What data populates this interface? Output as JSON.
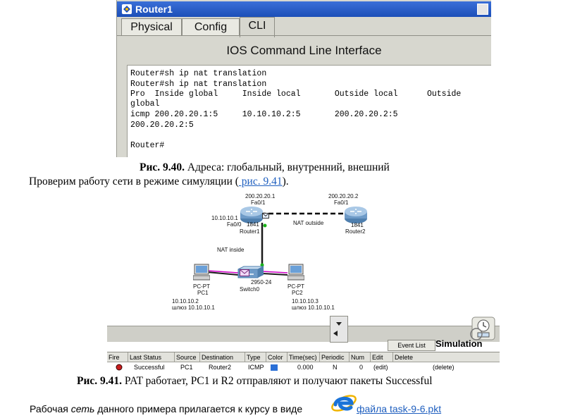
{
  "figure1": {
    "window_title": "Router1",
    "tabs": [
      {
        "label": "Physical",
        "active": false
      },
      {
        "label": "Config",
        "active": false
      },
      {
        "label": "CLI",
        "active": true
      }
    ],
    "heading": "IOS Command Line Interface",
    "terminal_lines": [
      "Router#sh ip nat translation",
      "Router#sh ip nat translation",
      "Pro  Inside global     Inside local       Outside local      Outside",
      "global",
      "icmp 200.20.20.1:5     10.10.10.2:5       200.20.20.2:5",
      "200.20.20.2:5",
      "",
      "Router#"
    ],
    "caption_bold": "Рис. 9.40.",
    "caption_text": " Адреса: глобальный, внутренний, внешний"
  },
  "paragraph": {
    "before": "Проверим работу сети в режиме симуляции (",
    "link": " рис. 9.41",
    "after": ")."
  },
  "topology": {
    "r1_ip_top": "200.20.20.1",
    "r1_port_top": "Fa0/1",
    "r2_ip_top": "200.20.20.2",
    "r2_port_top": "Fa0/1",
    "r1_inside_ip": "10.10.10.1",
    "r1_inside_port": "Fa0/0",
    "r1_model": "1841",
    "r1_name": "Router1",
    "r2_model": "1841",
    "r2_name": "Router2",
    "nat_outside": "NAT outside",
    "nat_inside": "NAT inside",
    "switch_model": "2950-24",
    "switch_name": "Switch0",
    "pc1_type": "PC-PT",
    "pc1_name": "PC1",
    "pc1_ip": "10.10.10.2",
    "pc1_gw": "шлюз 10.10.10.1",
    "pc2_type": "PC-PT",
    "pc2_name": "PC2",
    "pc2_ip": "10.10.10.3",
    "pc2_gw": "шлюз 10.10.10.1",
    "colors": {
      "link_dashed": "#000000",
      "link_solid": "#1a1a1a",
      "pdu_highlight": "#d000c8",
      "router": "#7a9fc4"
    }
  },
  "simulation": {
    "event_list_button": "Event List",
    "mode_label": "Simulation",
    "columns": [
      "Fire",
      "Last Status",
      "Source",
      "Destination",
      "Type",
      "Color",
      "Time(sec)",
      "Periodic",
      "Num",
      "Edit",
      "Delete"
    ],
    "row": {
      "last_status": "Successful",
      "source": "PC1",
      "destination": "Router2",
      "type": "ICMP",
      "color": "#2a6fd6",
      "time": "0.000",
      "periodic": "N",
      "num": "0",
      "edit": "(edit)",
      "delete": "(delete)"
    },
    "caption_bold": "Рис. 9.41.",
    "caption_text": " PAT работает, PC1 и R2 отправляют и получают пакеты Successful"
  },
  "footer": {
    "before": "Рабочая ",
    "italic": "сеть",
    "after": " данного примера прилагается к курсу в виде",
    "link": "файла task-9-6.pkt"
  }
}
